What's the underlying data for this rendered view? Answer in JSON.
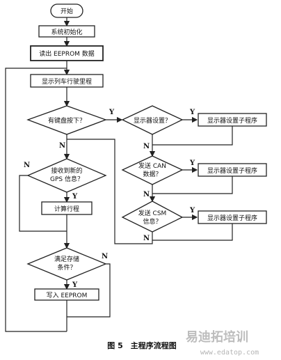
{
  "nodes": {
    "start": "开始",
    "init": "系统初始化",
    "read": "读出 EEPROM 数据",
    "display": "显示列车行驶里程",
    "key_q": "有键盘按下？",
    "gps_q1": "接收到新的",
    "gps_q2": "GPS 信息？",
    "calc": "计算行程",
    "store_q1": "满足存储",
    "store_q2": "条件？",
    "write": "写入 EEPROM",
    "disp_set_q": "显示器设置？",
    "sub1": "显示器设置子程序",
    "can_q1": "发送 CAN",
    "can_q2": "数据？",
    "sub2": "显示器设置子程序",
    "csm_q1": "发送 CSM",
    "csm_q2": "信息？",
    "sub3": "显示器设置子程序"
  },
  "labels": {
    "yes": "Y",
    "no": "N"
  },
  "caption": "图 5　主程序流程图",
  "watermark": {
    "brand": "易迪拓培训",
    "url": "www.edatop.com"
  }
}
